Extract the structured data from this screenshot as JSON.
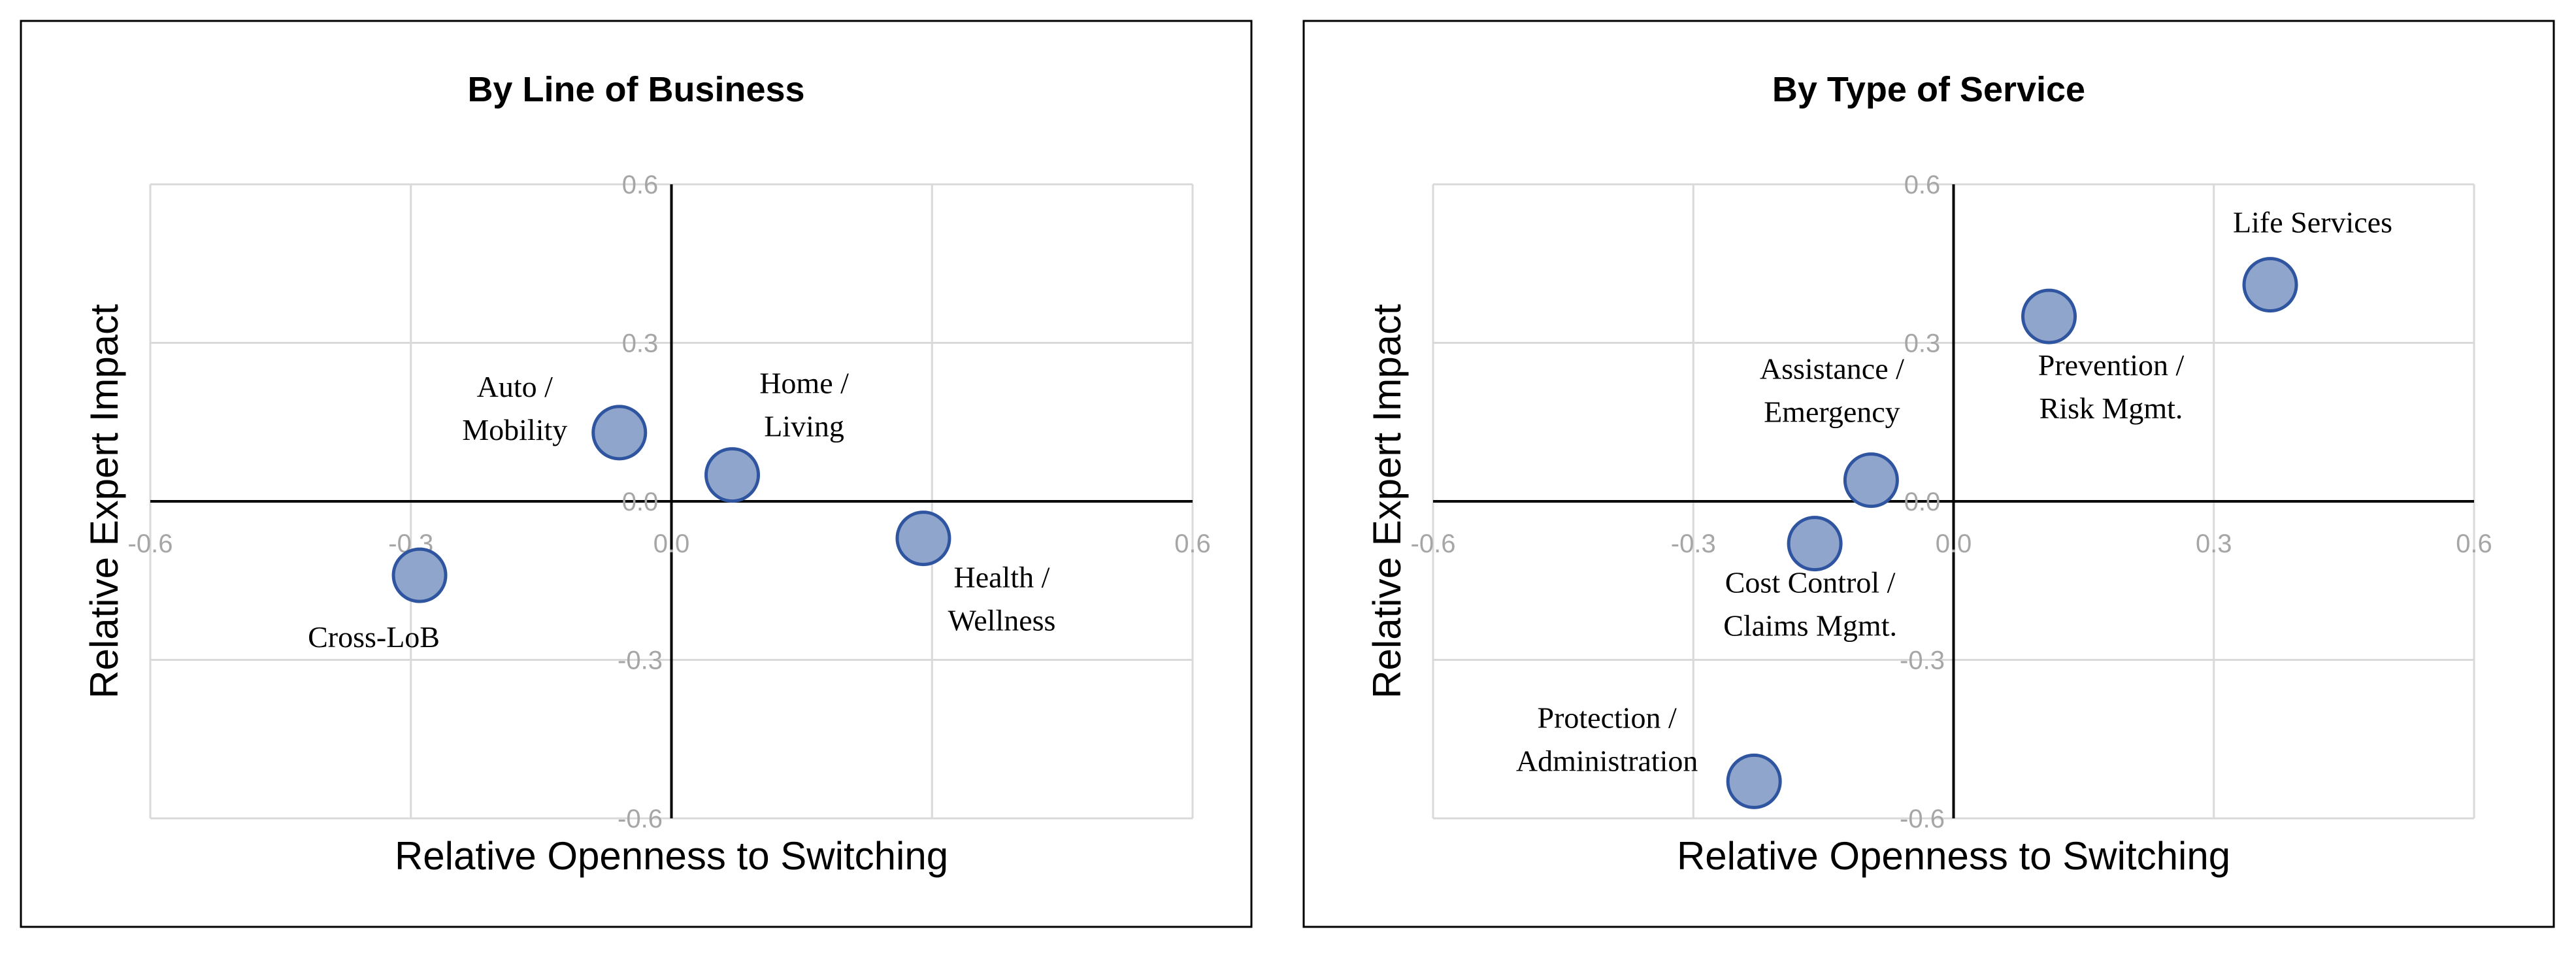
{
  "chart_data": [
    {
      "type": "scatter",
      "title": "By Line of Business",
      "xlabel": "Relative Openness to Switching",
      "ylabel": "Relative Expert Impact",
      "xlim": [
        -0.6,
        0.6
      ],
      "ylim": [
        -0.6,
        0.6
      ],
      "xticks": [
        "-0.6",
        "-0.3",
        "0.0",
        "0.3",
        "0.6"
      ],
      "yticks": [
        "0.6",
        "0.3",
        "0.0",
        "-0.3",
        "-0.6"
      ],
      "grid": true,
      "points": [
        {
          "label": [
            "Auto /",
            "Mobility"
          ],
          "x": -0.06,
          "y": 0.13
        },
        {
          "label": [
            "Home /",
            "Living"
          ],
          "x": 0.07,
          "y": 0.05
        },
        {
          "label": [
            "Health /",
            "Wellness"
          ],
          "x": 0.29,
          "y": -0.07
        },
        {
          "label": [
            "Cross-LoB"
          ],
          "x": -0.29,
          "y": -0.14
        }
      ]
    },
    {
      "type": "scatter",
      "title": "By Type of Service",
      "xlabel": "Relative Openness to Switching",
      "ylabel": "Relative Expert Impact",
      "xlim": [
        -0.6,
        0.6
      ],
      "ylim": [
        -0.6,
        0.6
      ],
      "xticks": [
        "-0.6",
        "-0.3",
        "0.0",
        "0.3",
        "0.6"
      ],
      "yticks": [
        "0.6",
        "0.3",
        "0.0",
        "-0.3",
        "-0.6"
      ],
      "grid": true,
      "points": [
        {
          "label": [
            "Life Services"
          ],
          "x": 0.365,
          "y": 0.41
        },
        {
          "label": [
            "Prevention /",
            "Risk Mgmt."
          ],
          "x": 0.11,
          "y": 0.35
        },
        {
          "label": [
            "Assistance /",
            "Emergency"
          ],
          "x": -0.095,
          "y": 0.04
        },
        {
          "label": [
            "Cost Control /",
            "Claims Mgmt."
          ],
          "x": -0.16,
          "y": -0.08
        },
        {
          "label": [
            "Protection /",
            "Administration"
          ],
          "x": -0.23,
          "y": -0.53
        }
      ]
    }
  ]
}
